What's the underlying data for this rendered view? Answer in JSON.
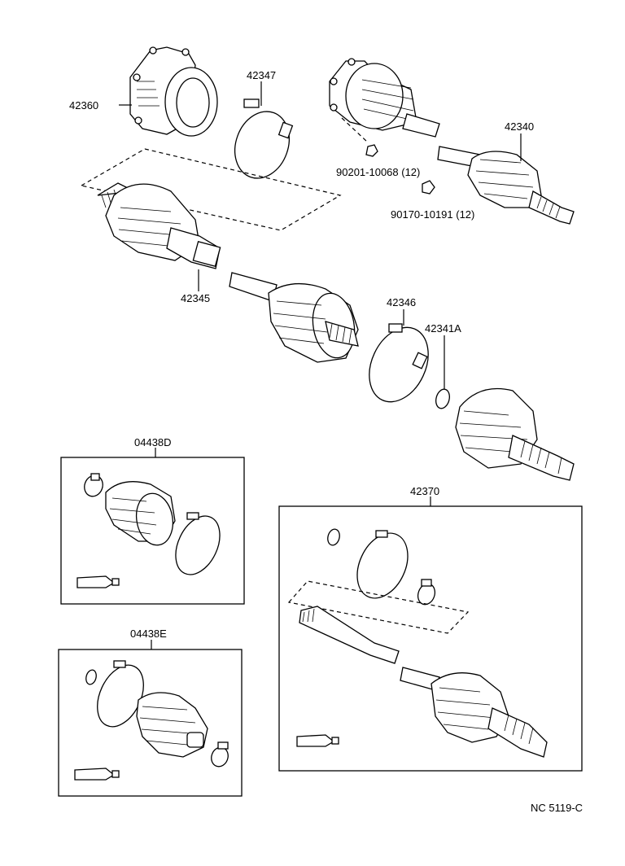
{
  "diagram": {
    "callouts": {
      "p42360": "42360",
      "p42347": "42347",
      "p42340": "42340",
      "p90201": "90201-10068 (12)",
      "p90170": "90170-10191 (12)",
      "p42345": "42345",
      "p42346": "42346",
      "p42341A": "42341A",
      "p04438D": "04438D",
      "p04438E": "04438E",
      "p42370": "42370"
    },
    "figure_code": "NC 5119-C"
  }
}
